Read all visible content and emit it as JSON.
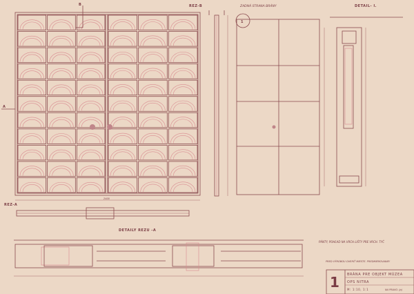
{
  "labels": {
    "section_b": "REZ-B",
    "rear_side": "ZADNÁ STRANA BRÁNY",
    "detail_1": "DETAIL- I.",
    "section_a": "REZ-A",
    "details_section_a": "DETAILY REZU -A",
    "marker_a": "A",
    "marker_b": "B",
    "detail_callout": "1",
    "hinge_note": "PÁNTY, POHĽAD NA VRCH LIŠTY PRE VRCH. TYČ",
    "bottom_note": "PRED VÝROBOU OVERIŤ MIESTE. PREDMIEROVANIE!",
    "dim_total": "2400"
  },
  "title_block": {
    "sheet_number": "1",
    "title": "BRÁNA PRE OBJEKT MÚZEA",
    "place": "OPS NITRA",
    "scale": "M: 1:10, 1:1",
    "author": "NA PRAVO. (p)"
  },
  "colors": {
    "paper": "#ecd8c6",
    "ink": "#8a4a4e",
    "pink": "#d98a90"
  }
}
